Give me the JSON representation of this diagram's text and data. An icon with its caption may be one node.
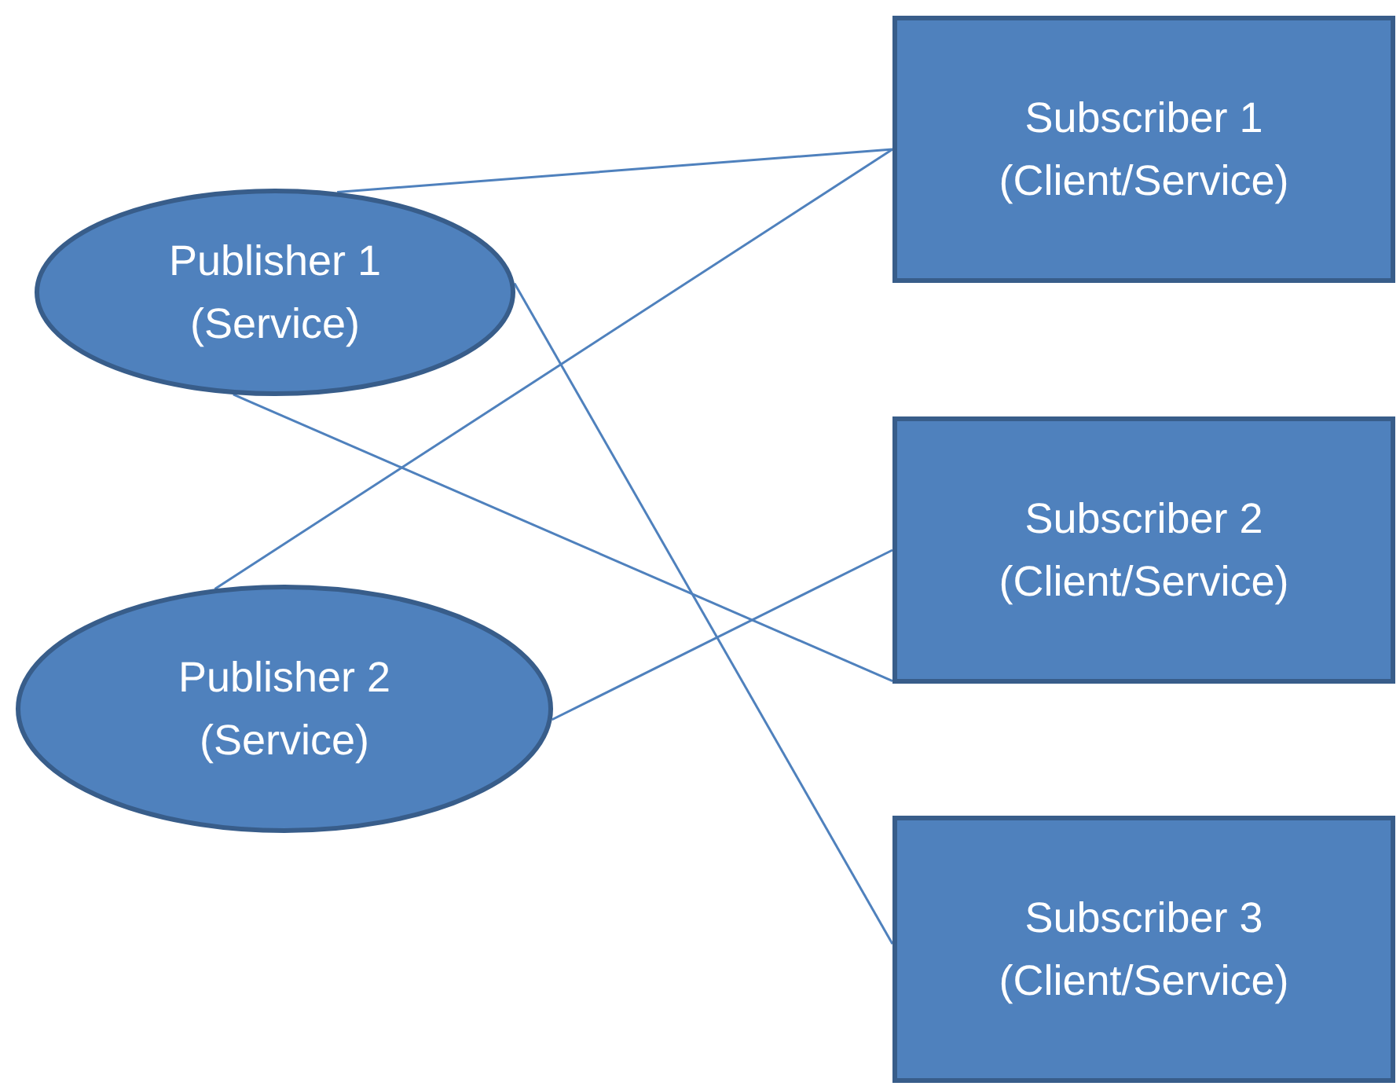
{
  "diagram": {
    "nodes": [
      {
        "text": [
          "Publisher 1 (Service)"
        ]
      },
      {
        "text": [
          "Publisher 2 (Service)"
        ]
      },
      {
        "text": [
          "Subscriber 1 (Client/Service)"
        ]
      },
      {
        "text": [
          "Subscriber 2 (Client/Service)"
        ]
      },
      {
        "text": [
          "Subscriber 3 (Client/Service)"
        ]
      }
    ],
    "edges": [
      {
        "from": 0,
        "to": 2,
        "arrow": "none"
      },
      {
        "from": 0,
        "to": 4,
        "arrow": "none"
      },
      {
        "from": 0,
        "to": 3,
        "arrow": "none"
      },
      {
        "from": 1,
        "to": 2,
        "arrow": "none"
      },
      {
        "from": 1,
        "to": 3,
        "arrow": "none"
      }
    ]
  }
}
